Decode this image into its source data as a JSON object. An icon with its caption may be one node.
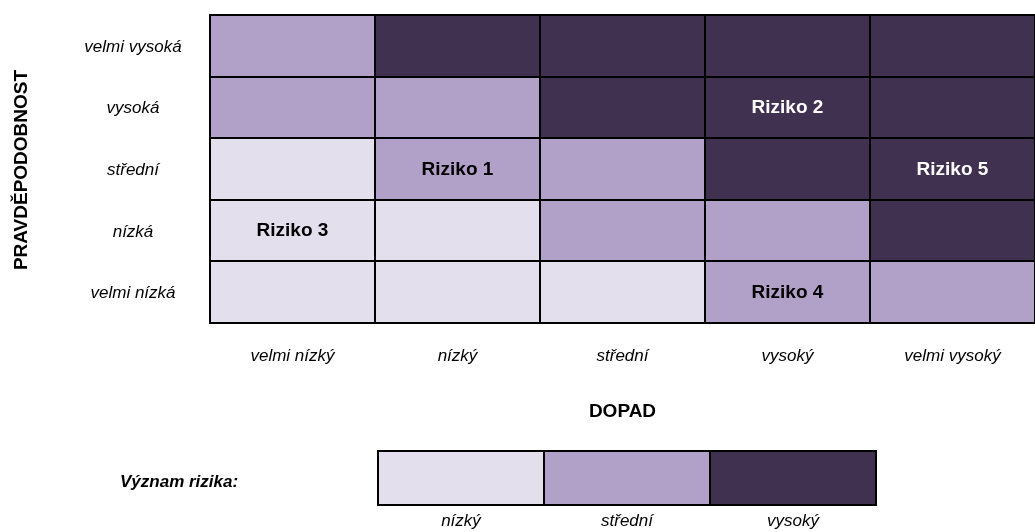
{
  "diagram": {
    "nodes": [
      {
        "text": [],
        "shape": "box"
      },
      {
        "text": [],
        "shape": "box"
      },
      {
        "text": [],
        "shape": "box"
      },
      {
        "text": [],
        "shape": "box"
      },
      {
        "text": [],
        "shape": "box"
      },
      {
        "text": [],
        "shape": "box"
      },
      {
        "text": [],
        "shape": "box"
      },
      {
        "text": [],
        "shape": "box"
      },
      {
        "text": [
          "Riziko 2"
        ]
      },
      {
        "text": [],
        "shape": "box"
      },
      {
        "text": [],
        "shape": "box"
      },
      {
        "text": [
          "Riziko 1"
        ]
      },
      {
        "text": [],
        "shape": "box"
      },
      {
        "text": [],
        "shape": "box"
      },
      {
        "text": [
          "Riziko 5"
        ]
      },
      {
        "text": [
          "Riziko 3"
        ]
      },
      {
        "text": [],
        "shape": "box"
      },
      {
        "text": [],
        "shape": "box"
      },
      {
        "text": [],
        "shape": "box"
      },
      {
        "text": [],
        "shape": "box"
      },
      {
        "text": [],
        "shape": "box"
      },
      {
        "text": [],
        "shape": "box"
      },
      {
        "text": [],
        "shape": "box"
      },
      {
        "text": [
          "Riziko 4"
        ]
      },
      {
        "text": [],
        "shape": "box"
      }
    ],
    "labels": [
      "PRAVDĚPODOBNOST",
      "velmi vysoká",
      "vysoká",
      "střední",
      "nízká",
      "velmi nízká",
      "velmi nízký",
      "nízký",
      "střední",
      "vysoký",
      "velmi vysoký",
      "DOPAD",
      "Význam rizika:"
    ],
    "legend": [
      {
        "text": "nízký",
        "color": "#e4dfec"
      },
      {
        "text": "střední",
        "color": "#b1a0c7"
      },
      {
        "text": "vysoký",
        "color": "#403151"
      }
    ]
  }
}
